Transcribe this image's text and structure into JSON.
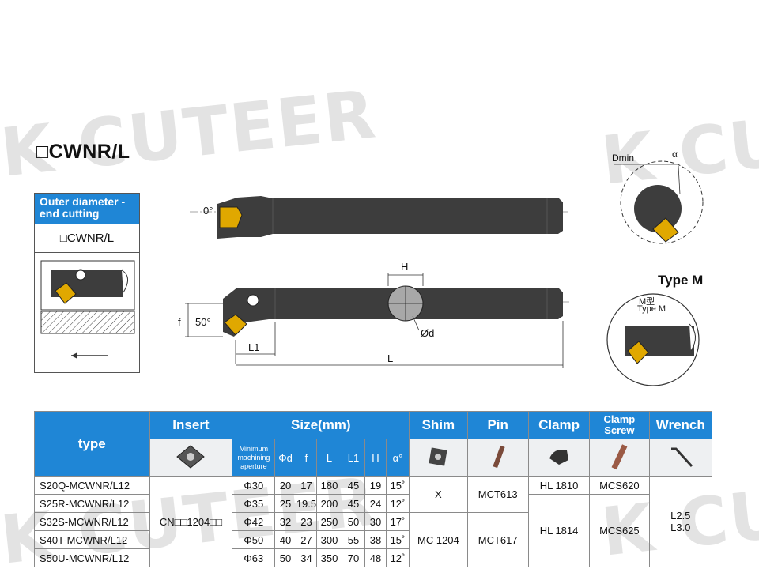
{
  "watermark": {
    "brand": "K CUTEER"
  },
  "title": "□CWNR/L",
  "sidebox": {
    "header": "Outer diameter -end cutting",
    "label": "□CWNR/L"
  },
  "drawing_labels": {
    "angle0": "0°",
    "angle50": "50°",
    "f": "f",
    "L1": "L1",
    "L": "L",
    "H": "H",
    "d": "Ød",
    "dmin": "Dmin",
    "alpha": "α",
    "type_m_title": "Type M",
    "type_m_cn": "M型",
    "type_m_label": "Type M"
  },
  "table": {
    "headers": {
      "type": "type",
      "insert": "Insert",
      "size": "Size(mm)",
      "shim": "Shim",
      "pin": "Pin",
      "clamp": "Clamp",
      "clamp_screw": "Clamp Screw",
      "wrench": "Wrench"
    },
    "subheaders": {
      "min_aperture": "Minimum machining aperture",
      "d": "Φd",
      "f": "f",
      "L": "L",
      "L1": "L1",
      "H": "H",
      "alpha": "α°"
    },
    "insert_code": "CN□□1204□□",
    "rows": [
      {
        "model": "S20Q-MCWNR/L12",
        "aperture": "Φ30",
        "d": "20",
        "f": "17",
        "L": "180",
        "L1": "45",
        "H": "19",
        "alpha": "15˚"
      },
      {
        "model": "S25R-MCWNR/L12",
        "aperture": "Φ35",
        "d": "25",
        "f": "19.5",
        "L": "200",
        "L1": "45",
        "H": "24",
        "alpha": "12˚"
      },
      {
        "model": "S32S-MCWNR/L12",
        "aperture": "Φ42",
        "d": "32",
        "f": "23",
        "L": "250",
        "L1": "50",
        "H": "30",
        "alpha": "17˚"
      },
      {
        "model": "S40T-MCWNR/L12",
        "aperture": "Φ50",
        "d": "40",
        "f": "27",
        "L": "300",
        "L1": "55",
        "H": "38",
        "alpha": "15˚"
      },
      {
        "model": "S50U-MCWNR/L12",
        "aperture": "Φ63",
        "d": "50",
        "f": "34",
        "L": "350",
        "L1": "70",
        "H": "48",
        "alpha": "12˚"
      }
    ],
    "shim": {
      "group1": "X",
      "group2": "MC 1204"
    },
    "pin": {
      "group1": "MCT613",
      "group2": "MCT617"
    },
    "clamp": {
      "group1": "HL 1810",
      "group2": "HL 1814"
    },
    "clamp_screw": {
      "group1": "MCS620",
      "group2": "MCS625"
    },
    "wrench": {
      "line1": "L2.5",
      "line2": "L3.0"
    }
  },
  "colors": {
    "accent": "#1f86d6",
    "tool_body": "#3d3d3d",
    "insert": "#e0a800"
  }
}
